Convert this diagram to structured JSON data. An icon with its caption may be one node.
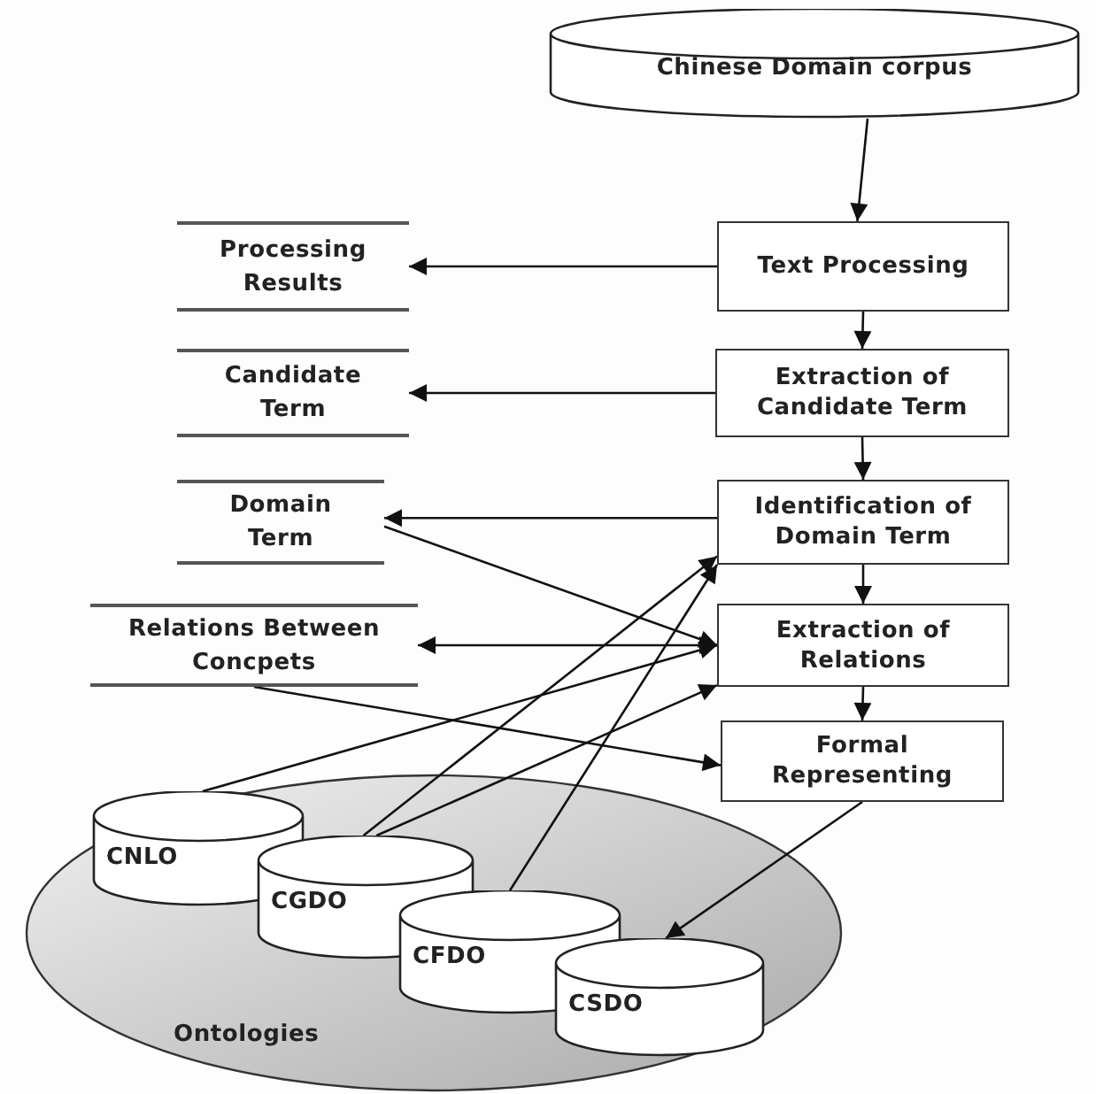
{
  "diagram": {
    "nodes": [
      {
        "text": [
          "Chinese Domain corpus"
        ]
      },
      {
        "text": [
          "Text Processing"
        ]
      },
      {
        "text": [
          "Extraction of Candidate Term"
        ]
      },
      {
        "text": [
          "Identification of Domain Term"
        ]
      },
      {
        "text": [
          "Extraction of Relations"
        ]
      },
      {
        "text": [
          "Formal Representing"
        ]
      },
      {
        "text": [
          "Processing Results"
        ]
      },
      {
        "text": [
          "Candidate Term"
        ]
      },
      {
        "text": [
          "Domain Term"
        ]
      },
      {
        "text": [
          "Relations Between Concpets"
        ]
      },
      {
        "text": [
          "Ontologies"
        ]
      },
      {
        "text": [
          "CNLO"
        ],
        "in": 10
      },
      {
        "text": [
          "CGDO"
        ],
        "in": 10
      },
      {
        "text": [
          "CFDO"
        ],
        "in": 10
      },
      {
        "text": [
          "CSDO"
        ],
        "in": 10
      }
    ],
    "edges": [
      {
        "from": 0,
        "to": 1,
        "arrow": "to"
      },
      {
        "from": 1,
        "to": 6,
        "arrow": "to"
      },
      {
        "from": 1,
        "to": 2,
        "arrow": "to"
      },
      {
        "from": 2,
        "to": 7,
        "arrow": "to"
      },
      {
        "from": 2,
        "to": 3,
        "arrow": "to"
      },
      {
        "from": 3,
        "to": 8,
        "arrow": "to"
      },
      {
        "from": 8,
        "to": 4,
        "arrow": "to"
      },
      {
        "from": 3,
        "to": 4,
        "arrow": "to"
      },
      {
        "from": 4,
        "to": 9,
        "arrow": "both"
      },
      {
        "from": 4,
        "to": 5,
        "arrow": "to"
      },
      {
        "from": 9,
        "to": 5,
        "arrow": "to"
      },
      {
        "from": 11,
        "to": 4,
        "arrow": "to"
      },
      {
        "from": 12,
        "to": 3,
        "arrow": "to"
      },
      {
        "from": 12,
        "to": 4,
        "arrow": "to"
      },
      {
        "from": 13,
        "to": 3,
        "arrow": "to"
      },
      {
        "from": 5,
        "to": 14,
        "arrow": "to"
      }
    ]
  }
}
